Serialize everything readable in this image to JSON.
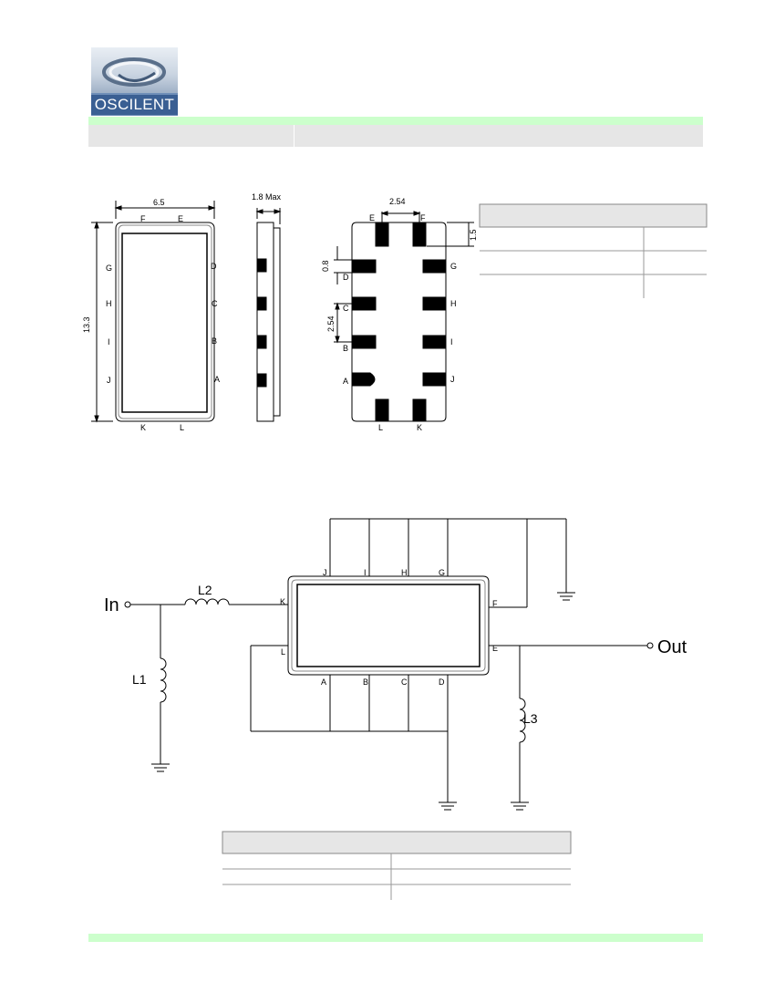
{
  "header": {
    "logo_text": "OSCILENT"
  },
  "dimensions": {
    "width": "6.5",
    "height": "13.3",
    "thickness": "1.8 Max",
    "pitch_top": "2.54",
    "offset_side": "1.5",
    "pad_gap": "0.8",
    "pitch_side": "2.54"
  },
  "pins": {
    "A": "A",
    "B": "B",
    "C": "C",
    "D": "D",
    "E": "E",
    "F": "F",
    "G": "G",
    "H": "H",
    "I": "I",
    "J": "J",
    "K": "K",
    "L": "L"
  },
  "schematic": {
    "in_label": "In",
    "out_label": "Out",
    "l1": "L1",
    "l2": "L2",
    "l3": "L3"
  }
}
